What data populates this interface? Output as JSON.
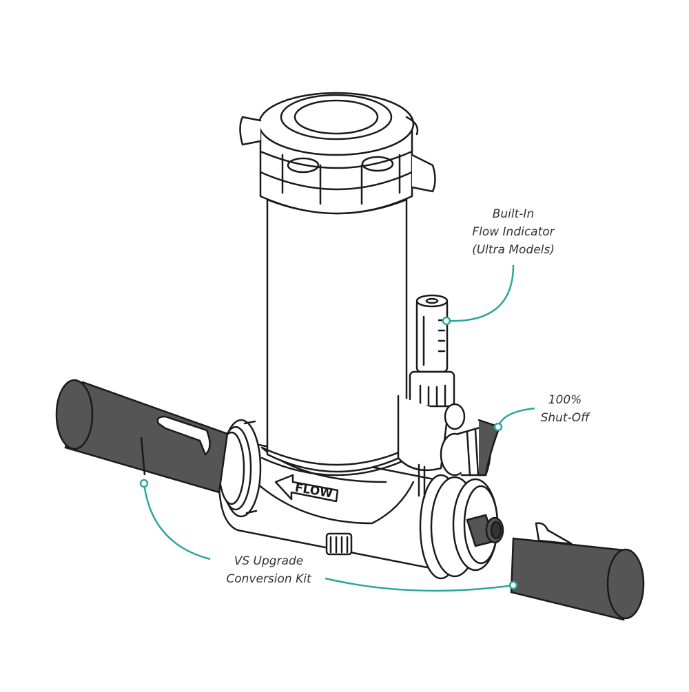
{
  "colors": {
    "leader": "#2aa59a",
    "outline": "#1a1a1a",
    "fitting": "#555555",
    "body": "#ffffff"
  },
  "callouts": {
    "flow_indicator": [
      "Built-In",
      "Flow Indicator",
      "(Ultra Models)"
    ],
    "shut_off": [
      "100%",
      "Shut-Off"
    ],
    "conversion_kit": [
      "VS Upgrade",
      "Conversion Kit"
    ]
  },
  "body_label": "FLOW"
}
